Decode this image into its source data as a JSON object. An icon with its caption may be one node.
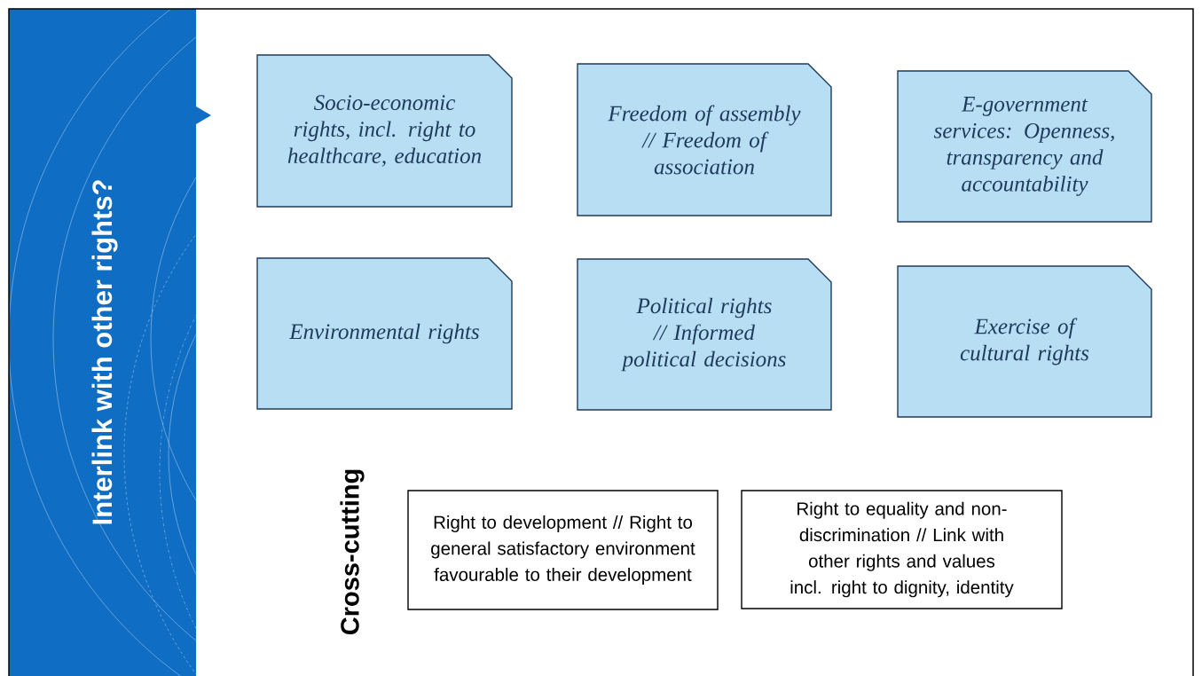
{
  "diagram": {
    "title": "Interlink with other rights?",
    "nodes": [
      {
        "text": [
          "Socio-economic rights, incl. right to healthcare, education"
        ]
      },
      {
        "text": [
          "Freedom of assembly // Freedom of association"
        ]
      },
      {
        "text": [
          "E-government services: Openness, transparency and accountability"
        ]
      },
      {
        "text": [
          "Environmental rights"
        ]
      },
      {
        "text": [
          "Political rights // Informed political decisions"
        ]
      },
      {
        "text": [
          "Exercise of cultural rights"
        ]
      },
      {
        "text": [
          "Right to development // Right to general satisfactory environment favourable to their development"
        ]
      },
      {
        "text": [
          "Right to equality and non-discrimination // Link with other rights and values incl. right to dignity, identity"
        ]
      }
    ],
    "edges": [],
    "labels": [
      "Cross-cutting"
    ]
  }
}
